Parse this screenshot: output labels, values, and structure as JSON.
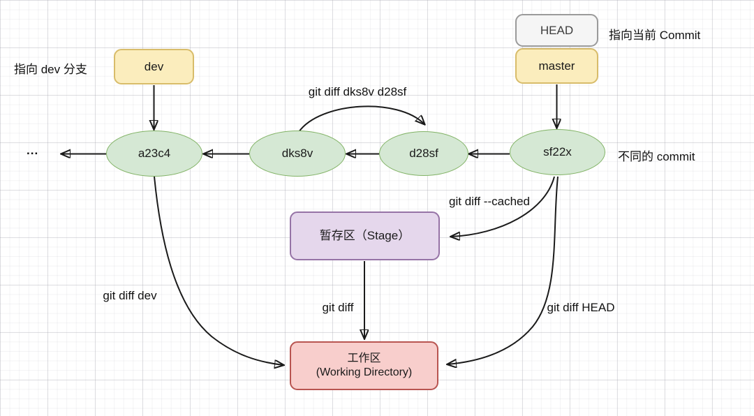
{
  "diagram_type": "git-diff-flow-diagram",
  "nodes": {
    "head": {
      "label": "HEAD"
    },
    "master": {
      "label": "master"
    },
    "dev": {
      "label": "dev"
    },
    "commits": [
      {
        "label": "a23c4"
      },
      {
        "label": "dks8v"
      },
      {
        "label": "d28sf"
      },
      {
        "label": "sf22x"
      }
    ],
    "stage": {
      "label": "暂存区（Stage）"
    },
    "workdir": {
      "label_line1": "工作区",
      "label_line2": "(Working Directory)"
    }
  },
  "annotations": {
    "dev_note": "指向 dev 分支",
    "head_note": "指向当前 Commit",
    "commit_note": "不同的 commit",
    "ellipsis": "...",
    "diff_commits": "git diff dks8v d28sf",
    "diff_cached": "git diff --cached",
    "diff_dev": "git diff dev",
    "diff_plain": "git diff",
    "diff_head": "git diff HEAD"
  },
  "colors": {
    "branch_fill": "#fbedbd",
    "branch_border": "#d8bc6a",
    "head_fill": "#f5f5f5",
    "head_border": "#9a9a9a",
    "commit_fill": "#d5e8d4",
    "commit_border": "#82b366",
    "stage_fill": "#e5d7ec",
    "stage_border": "#9673a6",
    "workdir_fill": "#f8cecc",
    "workdir_border": "#b85450",
    "arrow": "#1a1a1a",
    "text": "#1a1a1a"
  }
}
